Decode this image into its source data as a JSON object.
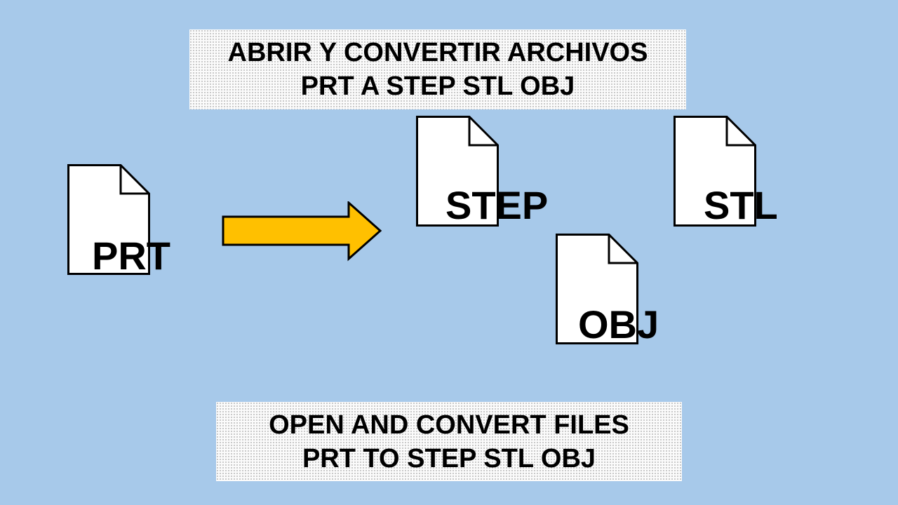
{
  "top_title": {
    "line1": "ABRIR Y CONVERTIR ARCHIVOS",
    "line2": "PRT A STEP STL OBJ"
  },
  "bottom_title": {
    "line1": "OPEN AND CONVERT FILES",
    "line2": "PRT TO STEP STL OBJ"
  },
  "files": {
    "source": "PRT",
    "step": "STEP",
    "stl": "STL",
    "obj": "OBJ"
  },
  "colors": {
    "background": "#a7c9ea",
    "arrow_fill": "#ffc000",
    "file_fill": "#ffffff",
    "outline": "#000000"
  },
  "icons": {
    "document": "document-icon",
    "arrow": "right-arrow-icon"
  }
}
